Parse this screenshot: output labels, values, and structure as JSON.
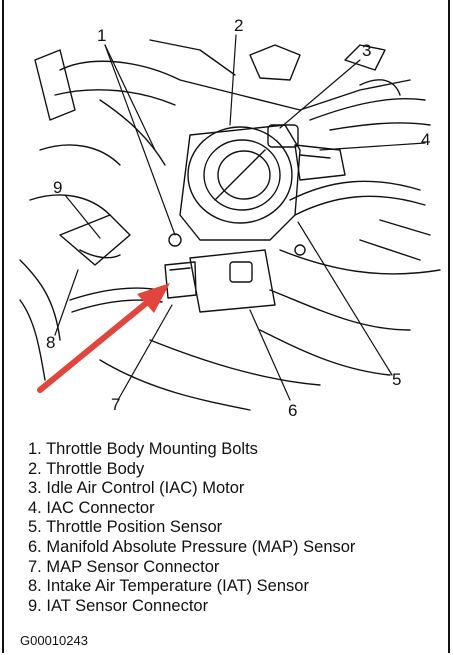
{
  "diagram": {
    "callouts": [
      "1",
      "2",
      "3",
      "4",
      "5",
      "6",
      "7",
      "8",
      "9"
    ],
    "legend": [
      {
        "number": "1.",
        "text": "Throttle Body Mounting Bolts"
      },
      {
        "number": "2.",
        "text": "Throttle Body"
      },
      {
        "number": "3.",
        "text": "Idle Air Control (IAC) Motor"
      },
      {
        "number": "4.",
        "text": "IAC Connector"
      },
      {
        "number": "5.",
        "text": "Throttle Position Sensor"
      },
      {
        "number": "6.",
        "text": "Manifold Absolute Pressure (MAP) Sensor"
      },
      {
        "number": "7.",
        "text": "MAP Sensor Connector"
      },
      {
        "number": "8.",
        "text": "Intake Air Temperature (IAT) Sensor"
      },
      {
        "number": "9.",
        "text": "IAT Sensor Connector"
      }
    ],
    "figure_code": "G00010243",
    "arrow_color": "#e0463c",
    "line_color": "#111111"
  }
}
